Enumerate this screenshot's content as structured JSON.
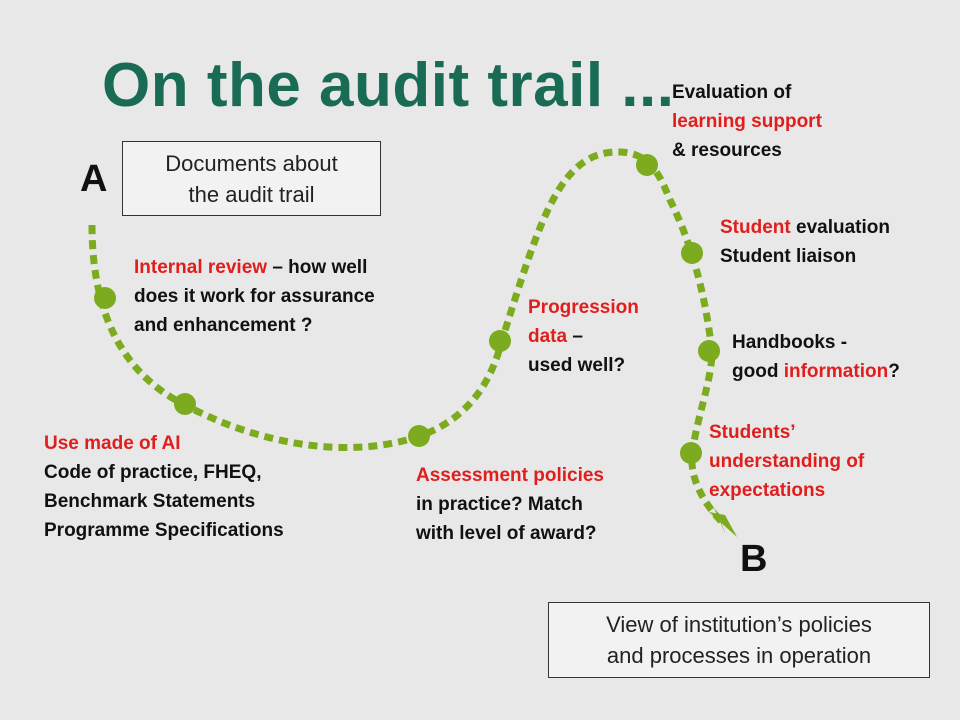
{
  "title": "On the audit trail ...",
  "start_label": "A",
  "end_label": "B",
  "start_box": [
    "Documents about",
    "the audit trail"
  ],
  "end_box": [
    "View of institution’s policies",
    "and processes in operation"
  ],
  "colors": {
    "title": "#1a6b55",
    "trail": "#7cab1f",
    "highlight": "#e01e1e"
  },
  "labels": {
    "internal_review": [
      [
        {
          "t": "Internal review",
          "red": true
        },
        {
          "t": " – how well"
        }
      ],
      [
        {
          "t": "does it work for assurance"
        }
      ],
      [
        {
          "t": "and enhancement ?"
        }
      ]
    ],
    "use_made": [
      [
        {
          "t": "Use made of  AI",
          "red": true
        }
      ],
      [
        {
          "t": "Code of practice,  FHEQ,"
        }
      ],
      [
        {
          "t": "Benchmark Statements"
        }
      ],
      [
        {
          "t": "Programme Specifications"
        }
      ]
    ],
    "assessment": [
      [
        {
          "t": "Assessment policies",
          "red": true
        }
      ],
      [
        {
          "t": "in practice? Match"
        }
      ],
      [
        {
          "t": "with level of award?"
        }
      ]
    ],
    "progression": [
      [
        {
          "t": "Progression",
          "red": true
        }
      ],
      [
        {
          "t": "data",
          "red": true
        },
        {
          "t": " –"
        }
      ],
      [
        {
          "t": "used well?"
        }
      ]
    ],
    "evaluation": [
      [
        {
          "t": "Evaluation of"
        }
      ],
      [
        {
          "t": "learning support",
          "red": true
        }
      ],
      [
        {
          "t": "& resources"
        }
      ]
    ],
    "student_eval": [
      [
        {
          "t": "Student",
          "red": true
        },
        {
          "t": " evaluation"
        }
      ],
      [
        {
          "t": "Student liaison"
        }
      ]
    ],
    "handbooks": [
      [
        {
          "t": "Handbooks  -"
        }
      ],
      [
        {
          "t": "good "
        },
        {
          "t": "information",
          "red": true
        },
        {
          "t": "?"
        }
      ]
    ],
    "students_understanding": [
      [
        {
          "t": "Students’",
          "red": true
        }
      ],
      [
        {
          "t": "understanding of",
          "red": true
        }
      ],
      [
        {
          "t": "expectations",
          "red": true
        }
      ]
    ]
  }
}
